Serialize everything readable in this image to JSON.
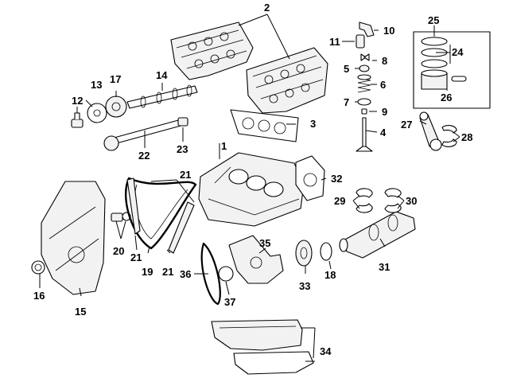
{
  "diagram": {
    "callouts": {
      "c1": "1",
      "c2": "2",
      "c3": "3",
      "c4": "4",
      "c5": "5",
      "c6": "6",
      "c7": "7",
      "c8": "8",
      "c9": "9",
      "c10": "10",
      "c11": "11",
      "c12": "12",
      "c13": "13",
      "c14": "14",
      "c15": "15",
      "c16": "16",
      "c17": "17",
      "c18": "18",
      "c19": "19",
      "c20": "20",
      "c21a": "21",
      "c21b": "21",
      "c21c": "21",
      "c22": "22",
      "c23": "23",
      "c24": "24",
      "c25": "25",
      "c26": "26",
      "c27": "27",
      "c28": "28",
      "c29": "29",
      "c30": "30",
      "c31": "31",
      "c32": "32",
      "c33": "33",
      "c34": "34",
      "c35": "35",
      "c36": "36",
      "c37": "37"
    }
  }
}
